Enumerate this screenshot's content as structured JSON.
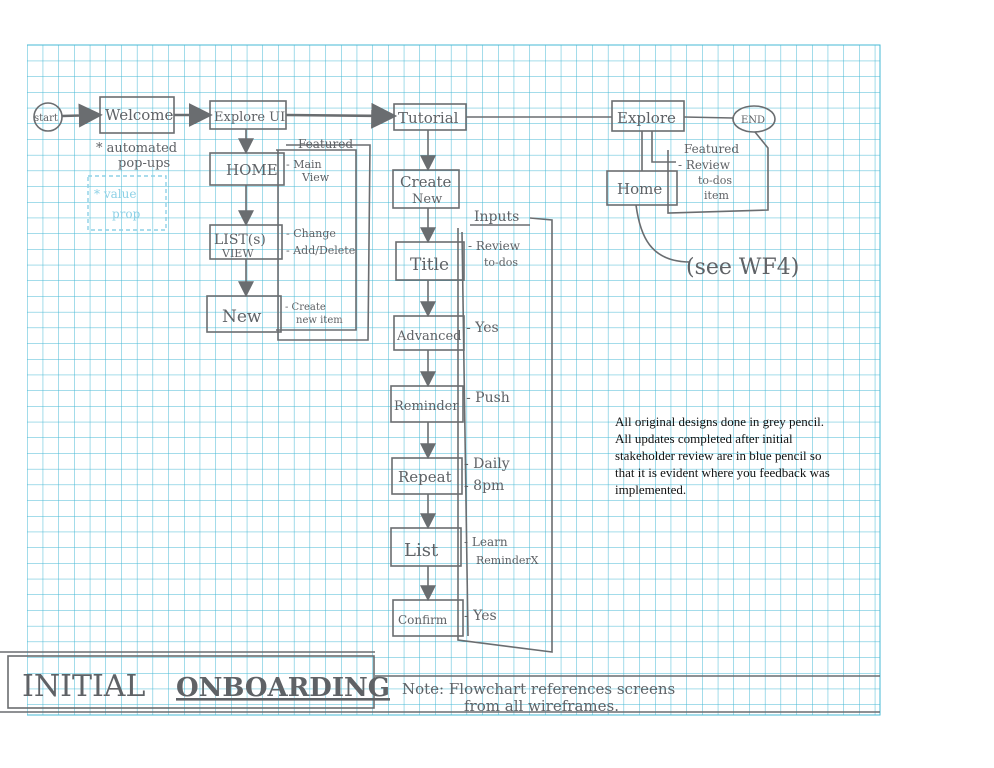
{
  "nodes": {
    "start": "start",
    "welcome": "Welcome",
    "explore_ui": "Explore UI",
    "tutorial": "Tutorial",
    "explore": "Explore",
    "end": "END",
    "home": "HOME",
    "list_view_1": "LIST(s)",
    "list_view_2": "VIEW",
    "new": "New",
    "create_new_1": "Create",
    "create_new_2": "New",
    "title": "Title",
    "advanced": "Advanced",
    "reminder": "Reminder",
    "repeat": "Repeat",
    "list": "List",
    "confirm": "Confirm",
    "home2": "Home"
  },
  "annotations": {
    "automated_1": "* automated",
    "automated_2": "pop-ups",
    "value_prop_1": "* value",
    "value_prop_2": "prop",
    "featured": "Featured",
    "main_view_1": "- Main",
    "main_view_2": "View",
    "change": "- Change",
    "add_delete": "- Add/Delete",
    "create_item_1": "- Create",
    "create_item_2": "new item",
    "inputs": "Inputs",
    "review_1": "- Review",
    "review_2": "to-dos",
    "yes_1": "- Yes",
    "push": "- Push",
    "daily": "- Daily",
    "eight_pm": "- 8pm",
    "learn_1": "- Learn",
    "learn_2": "ReminderX",
    "yes_2": "- Yes",
    "featured2": "Featured",
    "review_todos_1": "- Review",
    "review_todos_2": "to-dos",
    "review_todos_3": "item",
    "see_wf4": "(see WF4)"
  },
  "footer": {
    "title_initial": "INITIAL",
    "title_onboarding": "ONBOARDING",
    "note_1": "Note: Flowchart references screens",
    "note_2": "from all wireframes."
  },
  "note_lines": [
    "All original designs done in grey pencil.",
    "All updates completed after initial",
    "stakeholder review are in blue pencil so",
    "that it is evident where you feedback was",
    "implemented."
  ],
  "colors": {
    "grid": "#45b8d4",
    "pencil": "#6a6d70",
    "blue_pencil": "#8ed1e6"
  }
}
